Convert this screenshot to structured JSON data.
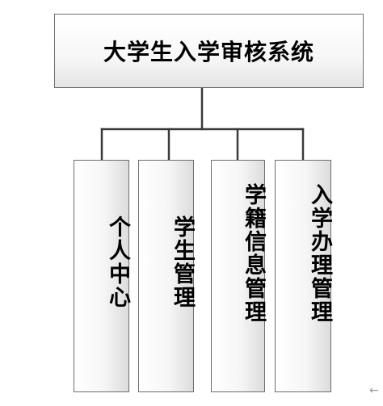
{
  "diagram": {
    "root": {
      "title": "大学生入学审核系统"
    },
    "children": [
      {
        "label": "个人中心"
      },
      {
        "label": "学生管理"
      },
      {
        "label": "学籍信息管理"
      },
      {
        "label": "入学办理管理"
      }
    ],
    "border_color": "#6d6d6d",
    "connector_color": "#3a3a3a"
  },
  "corner_glyph": "←"
}
